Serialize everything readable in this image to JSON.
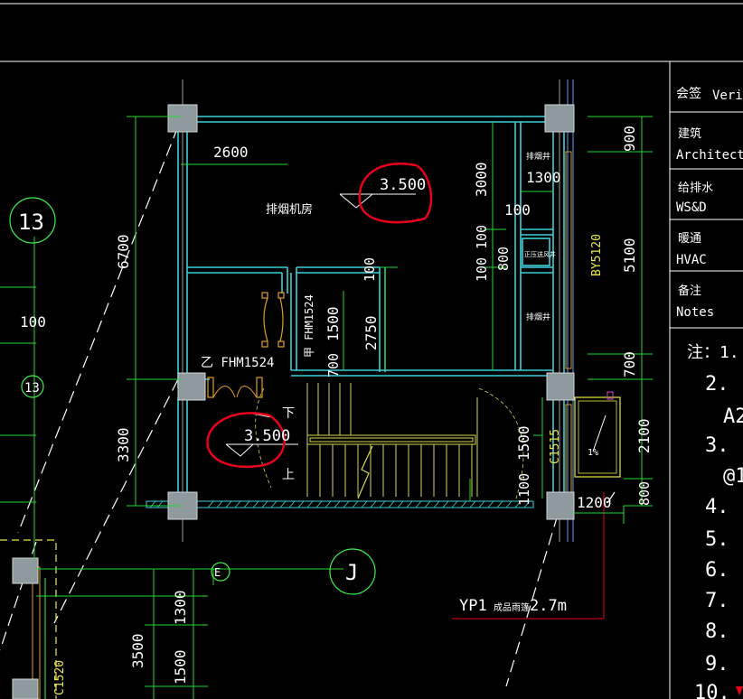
{
  "colors": {
    "background": "#000000",
    "wall": "#3ad0d8",
    "dim": "#22d92e",
    "column": "#8f9a9e",
    "text": "#ffffff",
    "stair": "#d8d84a",
    "markup": "#e8001c",
    "door": "#e0a020"
  },
  "dimensions": {
    "top_2600": "2600",
    "top_1300": "1300",
    "v_3000": "3000",
    "v_100a": "100",
    "v_100b": "100",
    "v_800": "800",
    "v_100c": "100",
    "v_2750": "2750",
    "v_1500": "1500",
    "v_700": "700",
    "left_6700": "6700",
    "left_3300": "3300",
    "right_900": "900",
    "right_5100": "5100",
    "right_700": "700",
    "right_2100": "2100",
    "right_800": "800",
    "stair_1500": "1500",
    "stair_1100": "1100",
    "bottom_1200": "1200",
    "left_100": "100",
    "lower_1300": "1300",
    "lower_1500": "1500",
    "lower_3500": "3500"
  },
  "elevations": {
    "room": "3.500",
    "stair": "3.500"
  },
  "labels": {
    "room_name": "排烟机房",
    "shaft_1": "排烟井",
    "shaft_2": "正压送风井",
    "shaft_3": "排烟井",
    "door_jia": "甲 FHM1524",
    "door_yi": "乙 FHM1524",
    "window_c1515": "C1515",
    "window_c1520": "C1520",
    "bay_label": "BY5120",
    "yp_label": "YP1",
    "yp_desc": "成品雨篷",
    "yp_len": "2.7m",
    "pct": "1%",
    "stair_down": "下",
    "stair_up": "上",
    "axis_13": "13",
    "axis_13b": "13",
    "axis_j": "J",
    "axis_e": "E"
  },
  "title_block": {
    "verify_cn": "会签",
    "verify_en": "Verifed",
    "arch_cn": "建筑",
    "arch_en": "Architecture",
    "wsd_cn": "给排水",
    "wsd_en": "WS&D",
    "hvac_cn": "暖通",
    "hvac_en": "HVAC",
    "notes_cn": "备注",
    "notes_en": "Notes",
    "note_lead": "注：1.",
    "note_nums": [
      "2.",
      "3.",
      "4.",
      "5.",
      "6.",
      "7.",
      "8.",
      "9.",
      "10."
    ],
    "note_frag_2": "A2",
    "note_frag_3": "@1"
  }
}
